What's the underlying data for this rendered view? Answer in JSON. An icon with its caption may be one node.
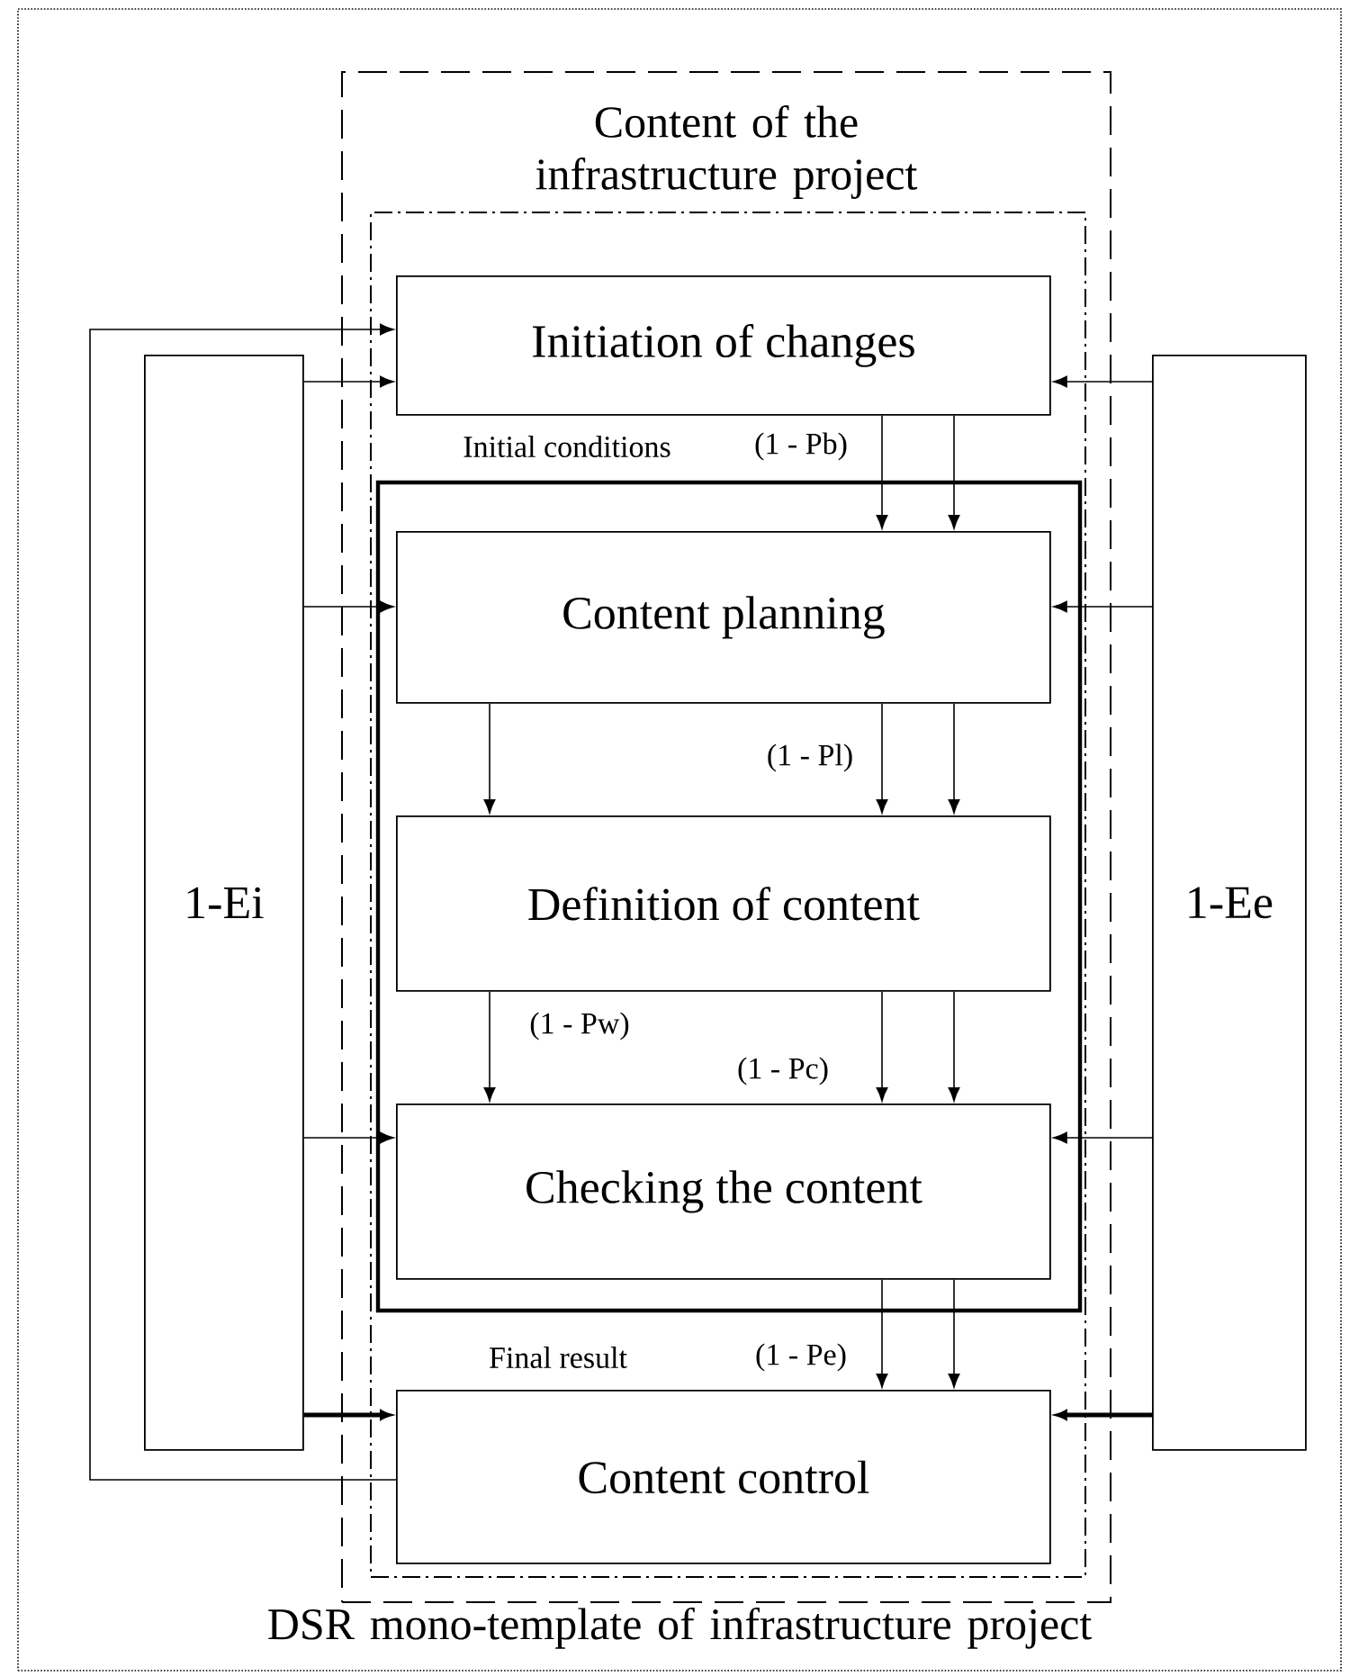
{
  "diagram": {
    "nodes": [
      {
        "text": [
          "DSR mono-template of infrastructure project"
        ]
      },
      {
        "text": [
          "Content of the infrastructure project"
        ],
        "in": 0
      },
      {
        "text": [],
        "shape": "box",
        "in": 1
      },
      {
        "text": [],
        "shape": "box",
        "in": 2
      },
      {
        "text": [
          "Initiation of changes"
        ],
        "in": 2
      },
      {
        "text": [
          "Content planning"
        ],
        "in": 3
      },
      {
        "text": [
          "Definition of content"
        ],
        "in": 3
      },
      {
        "text": [
          "Checking the content"
        ],
        "in": 3
      },
      {
        "text": [
          "Content control"
        ],
        "in": 2
      },
      {
        "text": [
          "1-Ei"
        ],
        "in": 0
      },
      {
        "text": [
          "1-Ee"
        ],
        "in": 0
      }
    ],
    "edges": [
      {
        "from": 9,
        "to": 4,
        "arrow": "to"
      },
      {
        "from": 9,
        "to": 5,
        "arrow": "to"
      },
      {
        "from": 9,
        "to": 7,
        "arrow": "to"
      },
      {
        "from": 9,
        "to": 8,
        "arrow": "to",
        "style": "thick"
      },
      {
        "from": 8,
        "to": 4,
        "arrow": "to"
      },
      {
        "from": 10,
        "to": 4,
        "arrow": "to"
      },
      {
        "from": 10,
        "to": 5,
        "arrow": "to"
      },
      {
        "from": 10,
        "to": 7,
        "arrow": "to"
      },
      {
        "from": 10,
        "to": 8,
        "arrow": "to",
        "style": "thick"
      },
      {
        "from": 4,
        "to": 5,
        "arrow": "to",
        "label": "(1 - Pb)"
      },
      {
        "from": 4,
        "to": 5,
        "arrow": "to"
      },
      {
        "from": 5,
        "to": 6,
        "arrow": "to"
      },
      {
        "from": 5,
        "to": 6,
        "arrow": "to",
        "label": "(1 - Pl)"
      },
      {
        "from": 5,
        "to": 6,
        "arrow": "to"
      },
      {
        "from": 6,
        "to": 7,
        "arrow": "to",
        "label": "(1 - Pw)"
      },
      {
        "from": 6,
        "to": 7,
        "arrow": "to",
        "label": "(1 - Pc)"
      },
      {
        "from": 6,
        "to": 7,
        "arrow": "to"
      },
      {
        "from": 7,
        "to": 8,
        "arrow": "to",
        "label": "(1 - Pe)"
      },
      {
        "from": 7,
        "to": 8,
        "arrow": "to"
      }
    ],
    "labels": [
      "Initial conditions",
      "Final result"
    ]
  }
}
